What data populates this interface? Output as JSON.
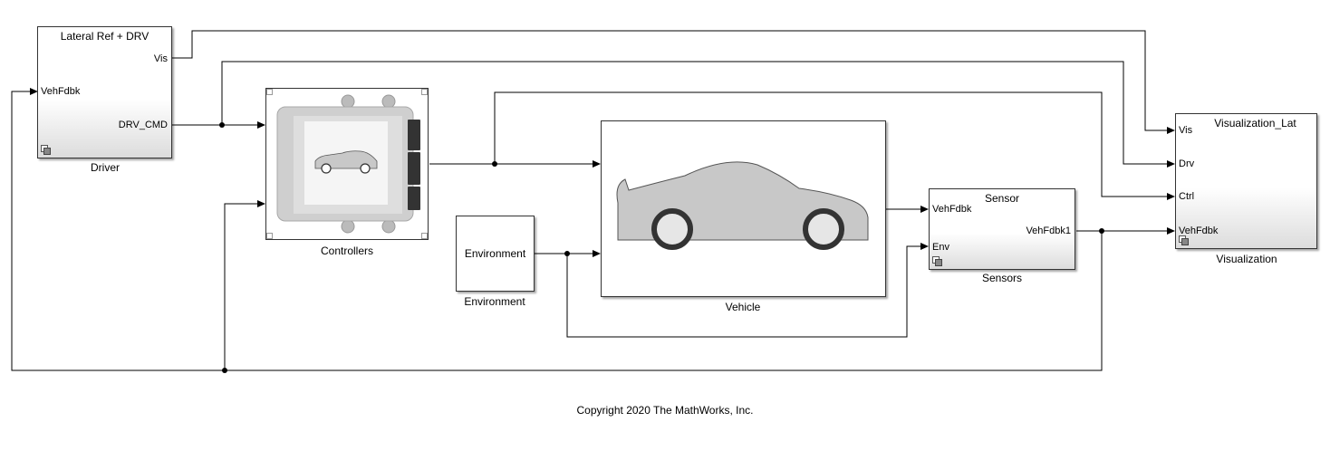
{
  "blocks": {
    "driver": {
      "title": "Lateral Ref + DRV",
      "in_ports": [
        "VehFdbk"
      ],
      "out_ports": [
        "Vis",
        "DRV_CMD"
      ],
      "caption": "Driver"
    },
    "controllers": {
      "caption": "Controllers"
    },
    "environment": {
      "label": "Environment",
      "caption": "Environment"
    },
    "vehicle": {
      "caption": "Vehicle"
    },
    "sensors": {
      "title": "Sensor",
      "in_ports": [
        "VehFdbk",
        "Env"
      ],
      "out_ports": [
        "VehFdbk1"
      ],
      "caption": "Sensors"
    },
    "visualization": {
      "title": "Visualization_Lat",
      "in_ports": [
        "Vis",
        "Drv",
        "Ctrl",
        "VehFdbk"
      ],
      "caption": "Visualization"
    }
  },
  "footer": {
    "copyright": "Copyright 2020 The MathWorks, Inc."
  },
  "colors": {
    "line": "#000000",
    "block_border": "#333333",
    "car_body": "#c8c8c8",
    "ecu_housing": "#cfcfcf"
  }
}
